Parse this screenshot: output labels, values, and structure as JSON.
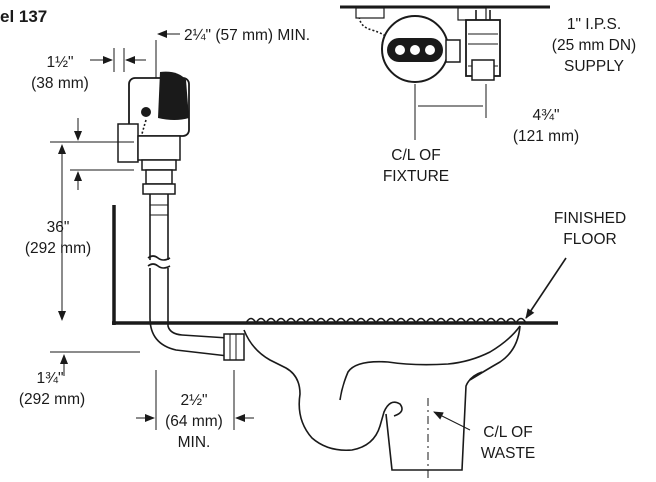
{
  "title": "el 137",
  "dimensions": {
    "top_left_width": {
      "line1": "1½\"",
      "line2": "(38 mm)"
    },
    "valve_clearance": "2¼\" (57 mm) MIN.",
    "supply": {
      "line1": "1\" I.P.S.",
      "line2": "(25 mm DN)",
      "line3": "SUPPLY"
    },
    "offset": {
      "line1": "4¾\"",
      "line2": "(121 mm)"
    },
    "height": {
      "line1": "36\"",
      "line2": "(292 mm)"
    },
    "spud_height": {
      "line1": "1¾\"",
      "line2": "(292 mm)"
    },
    "wall_distance": {
      "line1": "2½\"",
      "line2": "(64 mm)",
      "line3": "MIN."
    }
  },
  "labels": {
    "fixture_cl": {
      "line1": "C/L OF",
      "line2": "FIXTURE"
    },
    "finished_floor": {
      "line1": "FINISHED",
      "line2": "FLOOR"
    },
    "waste_cl": {
      "line1": "C/L OF",
      "line2": "WASTE"
    }
  },
  "colors": {
    "ink": "#1a1a1a",
    "background": "#ffffff"
  }
}
